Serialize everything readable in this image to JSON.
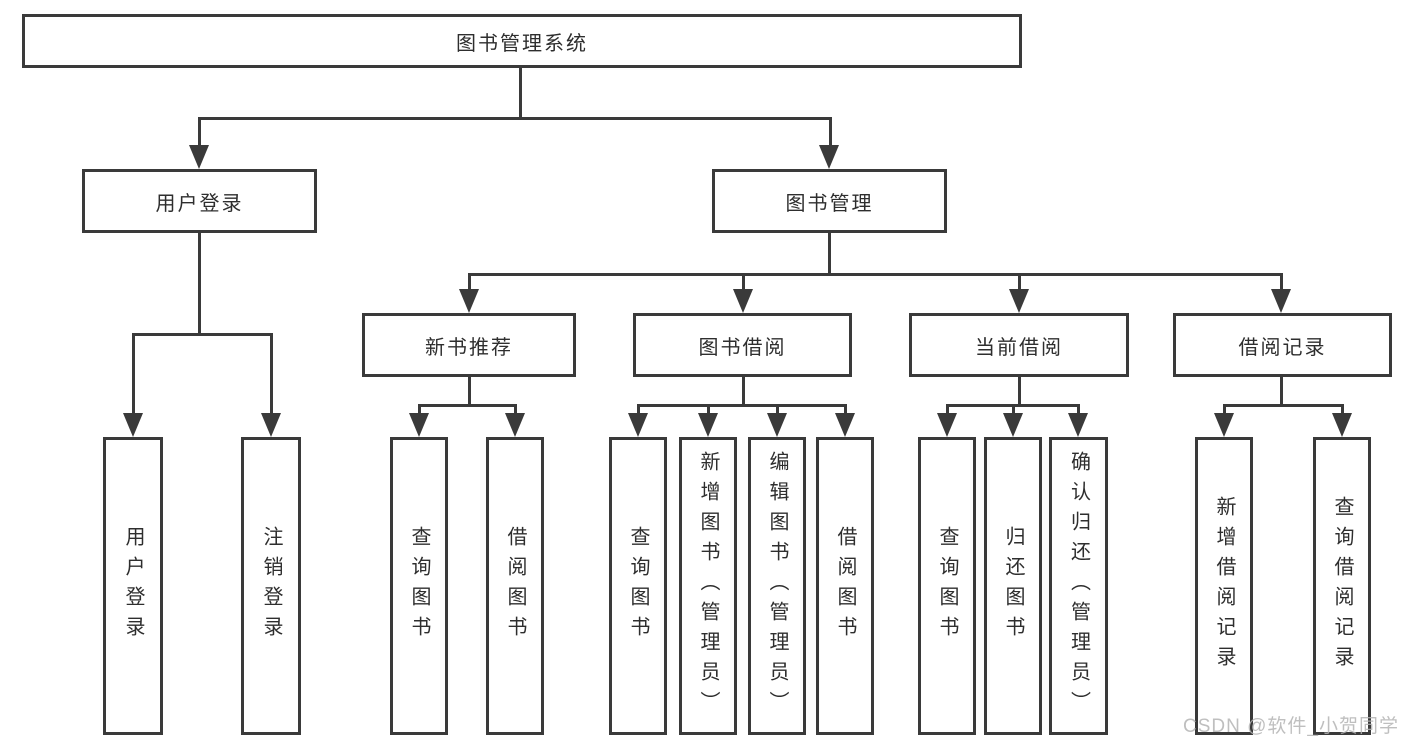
{
  "diagram": {
    "title": "图书管理系统",
    "modules": [
      {
        "label": "用户登录",
        "children": [
          "用户登录",
          "注销登录"
        ]
      },
      {
        "label": "图书管理",
        "sections": [
          {
            "label": "新书推荐",
            "children": [
              "查询图书",
              "借阅图书"
            ]
          },
          {
            "label": "图书借阅",
            "children": [
              "查询图书",
              "新增图书（管理员）",
              "编辑图书（管理员）",
              "借阅图书"
            ]
          },
          {
            "label": "当前借阅",
            "children": [
              "查询图书",
              "归还图书",
              "确认归还（管理员）"
            ]
          },
          {
            "label": "借阅记录",
            "children": [
              "新增借阅记录",
              "查询借阅记录"
            ]
          }
        ]
      }
    ]
  },
  "watermark": {
    "text": "CSDN @软件_小贺同学"
  },
  "colors": {
    "line": "#3a3a3a",
    "text": "#2e2e2e",
    "box_background": "#ffffff",
    "watermark": "#b4b4b4"
  }
}
